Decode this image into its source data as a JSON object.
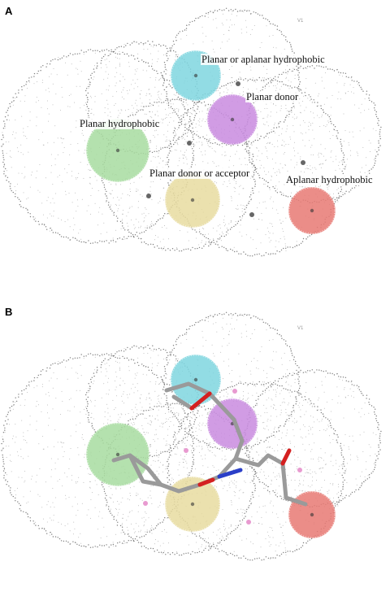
{
  "panel_a": {
    "letter": "A",
    "volume_label": "V1",
    "features": [
      {
        "id": "planar-or-aplanar-hydrophobic",
        "label": "Planar or aplanar hydrophobic",
        "color": "#7fd6e0"
      },
      {
        "id": "planar-donor",
        "label": "Planar donor",
        "color": "#c98be0"
      },
      {
        "id": "planar-hydrophobic",
        "label": "Planar hydrophobic",
        "color": "#a8dca0"
      },
      {
        "id": "planar-donor-or-acceptor",
        "label": "Planar donor or acceptor",
        "color": "#e8dca0"
      },
      {
        "id": "aplanar-hydrophobic",
        "label": "Aplanar hydrophobic",
        "color": "#e87a74"
      }
    ]
  },
  "panel_b": {
    "letter": "B",
    "volume_label": "V1"
  },
  "colors": {
    "cloud_dots": "#555555",
    "ligand_carbon": "#9a9a9a",
    "oxygen": "#d42020",
    "nitrogen": "#2a3fc8",
    "small_marker_a": "#666666",
    "small_marker_b": "#e89ad0"
  }
}
